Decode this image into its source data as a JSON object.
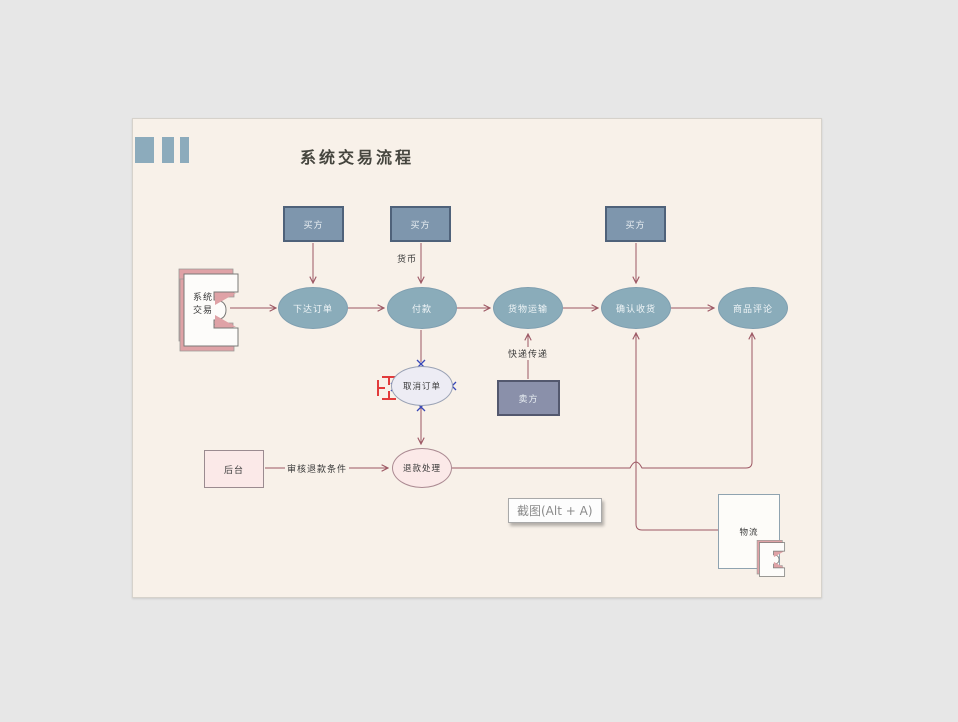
{
  "title": "系统交易流程",
  "tooltip": {
    "label": "截图(Alt + A)"
  },
  "nodes": {
    "buyer1": {
      "label": "买方"
    },
    "buyer2": {
      "label": "买方"
    },
    "buyer3": {
      "label": "买方"
    },
    "system_entry": {
      "line1": "系统",
      "line2": "交易"
    },
    "place_order": {
      "label": "下达订单"
    },
    "payment": {
      "label": "付款"
    },
    "goods_transport": {
      "label": "货物运输"
    },
    "confirm_receipt": {
      "label": "确认收货"
    },
    "product_review": {
      "label": "商品评论"
    },
    "cancel_order": {
      "label": "取消订单"
    },
    "refund_process": {
      "label": "退款处理"
    },
    "backend": {
      "label": "后台"
    },
    "seller": {
      "label": "卖方"
    },
    "logistics": {
      "label": "物流"
    }
  },
  "edge_labels": {
    "currency": "货币",
    "express_delivery": "快递传递",
    "refund_condition": "审核退款条件"
  },
  "colors": {
    "page_bg": "#e7e7e7",
    "canvas_bg": "#f8f1e9",
    "process_fill": "#8aacba",
    "buyer_fill": "#7e96ad",
    "seller_fill": "#8a90aa",
    "pink_fill": "#fbe9e8",
    "entry_shadow_pink": "#dfa2a6",
    "connector": "#9d5864",
    "handle_blue": "#3847b8",
    "glue_red": "#e23b3b"
  }
}
